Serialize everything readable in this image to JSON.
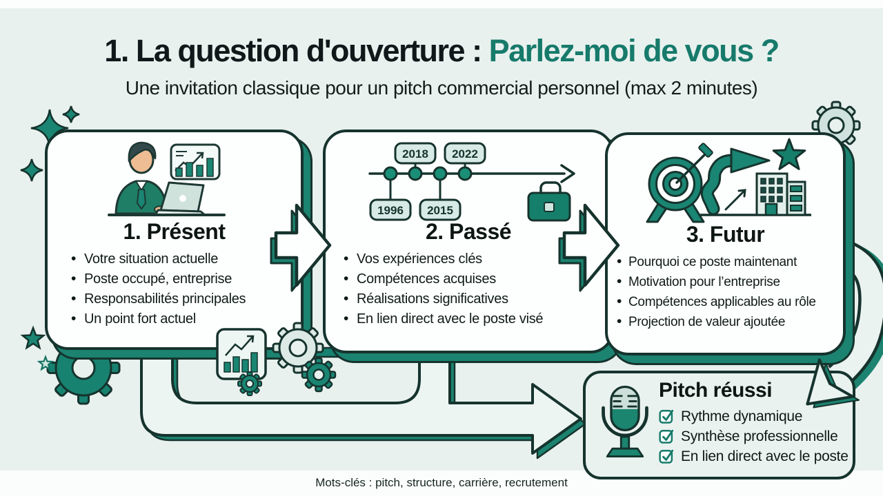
{
  "header": {
    "title_prefix": "1. La question d'ouverture : ",
    "title_accent": "Parlez-moi de vous ?",
    "subtitle": "Une invitation classique pour un pitch commercial personnel (max 2 minutes)"
  },
  "cards": [
    {
      "id": "present",
      "title": "1. Présent",
      "icon": "businessman-laptop-and-bar-chart",
      "bullets": [
        "Votre situation actuelle",
        "Poste occupé, entreprise",
        "Responsabilités principales",
        "Un point fort actuel"
      ]
    },
    {
      "id": "passe",
      "title": "2. Passé",
      "icon": "timeline-with-briefcase",
      "timeline": {
        "top": [
          "2018",
          "2022"
        ],
        "bottom": [
          "1996",
          "2015"
        ]
      },
      "bullets": [
        "Vos expériences clés",
        "Compétences acquises",
        "Réalisations significatives",
        "En lien direct avec le poste visé"
      ]
    },
    {
      "id": "futur",
      "title": "3. Futur",
      "icon": "target-growth-arrow-star-building",
      "bullets": [
        "Pourquoi ce poste maintenant",
        "Motivation pour l’entreprise",
        "Compétences applicables au rôle",
        "Projection de valeur ajoutée"
      ]
    }
  ],
  "pitch": {
    "title": "Pitch réussi",
    "icon": "microphone",
    "items": [
      "Rythme dynamique",
      "Synthèse professionnelle",
      "En lien direct avec le poste"
    ]
  },
  "footer": {
    "keywords": "Mots-clés : pitch, structure, carrière, recrutement"
  },
  "colors": {
    "background": "#e8f1ee",
    "outline": "#16332d",
    "accent_teal": "#178270",
    "title_accent": "#177a6b",
    "light_mint": "#d9ebe7",
    "card_white": "#fdfffe"
  }
}
